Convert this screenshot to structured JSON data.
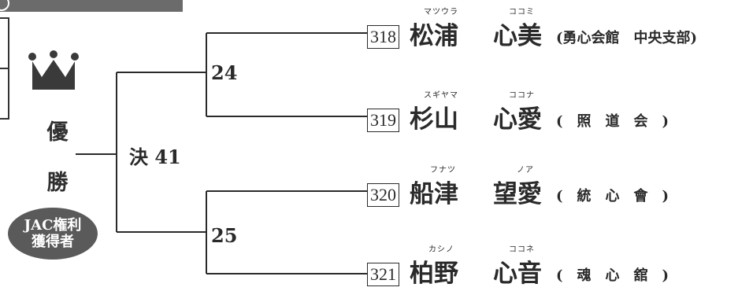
{
  "champion": {
    "label_chars": [
      "優",
      "勝"
    ],
    "badge_line1": "JAC権利",
    "badge_line2": "獲得者"
  },
  "matches": {
    "final": "決 41",
    "semi_top": "24",
    "semi_bottom": "25"
  },
  "entries": [
    {
      "number": "318",
      "surname": "松浦",
      "given": "心美",
      "surname_kana": "マツウラ",
      "given_kana": "ココミ",
      "club": "(勇心会館　中央支部)"
    },
    {
      "number": "319",
      "surname": "杉山",
      "given": "心愛",
      "surname_kana": "スギヤマ",
      "given_kana": "ココナ",
      "club": "(　照　道　会　)"
    },
    {
      "number": "320",
      "surname": "船津",
      "given": "望愛",
      "surname_kana": "フナツ",
      "given_kana": "ノア",
      "club": "(　統　心　會　)"
    },
    {
      "number": "321",
      "surname": "柏野",
      "given": "心音",
      "surname_kana": "カシノ",
      "given_kana": "ココネ",
      "club": "(　魂　心　舘　)"
    }
  ]
}
